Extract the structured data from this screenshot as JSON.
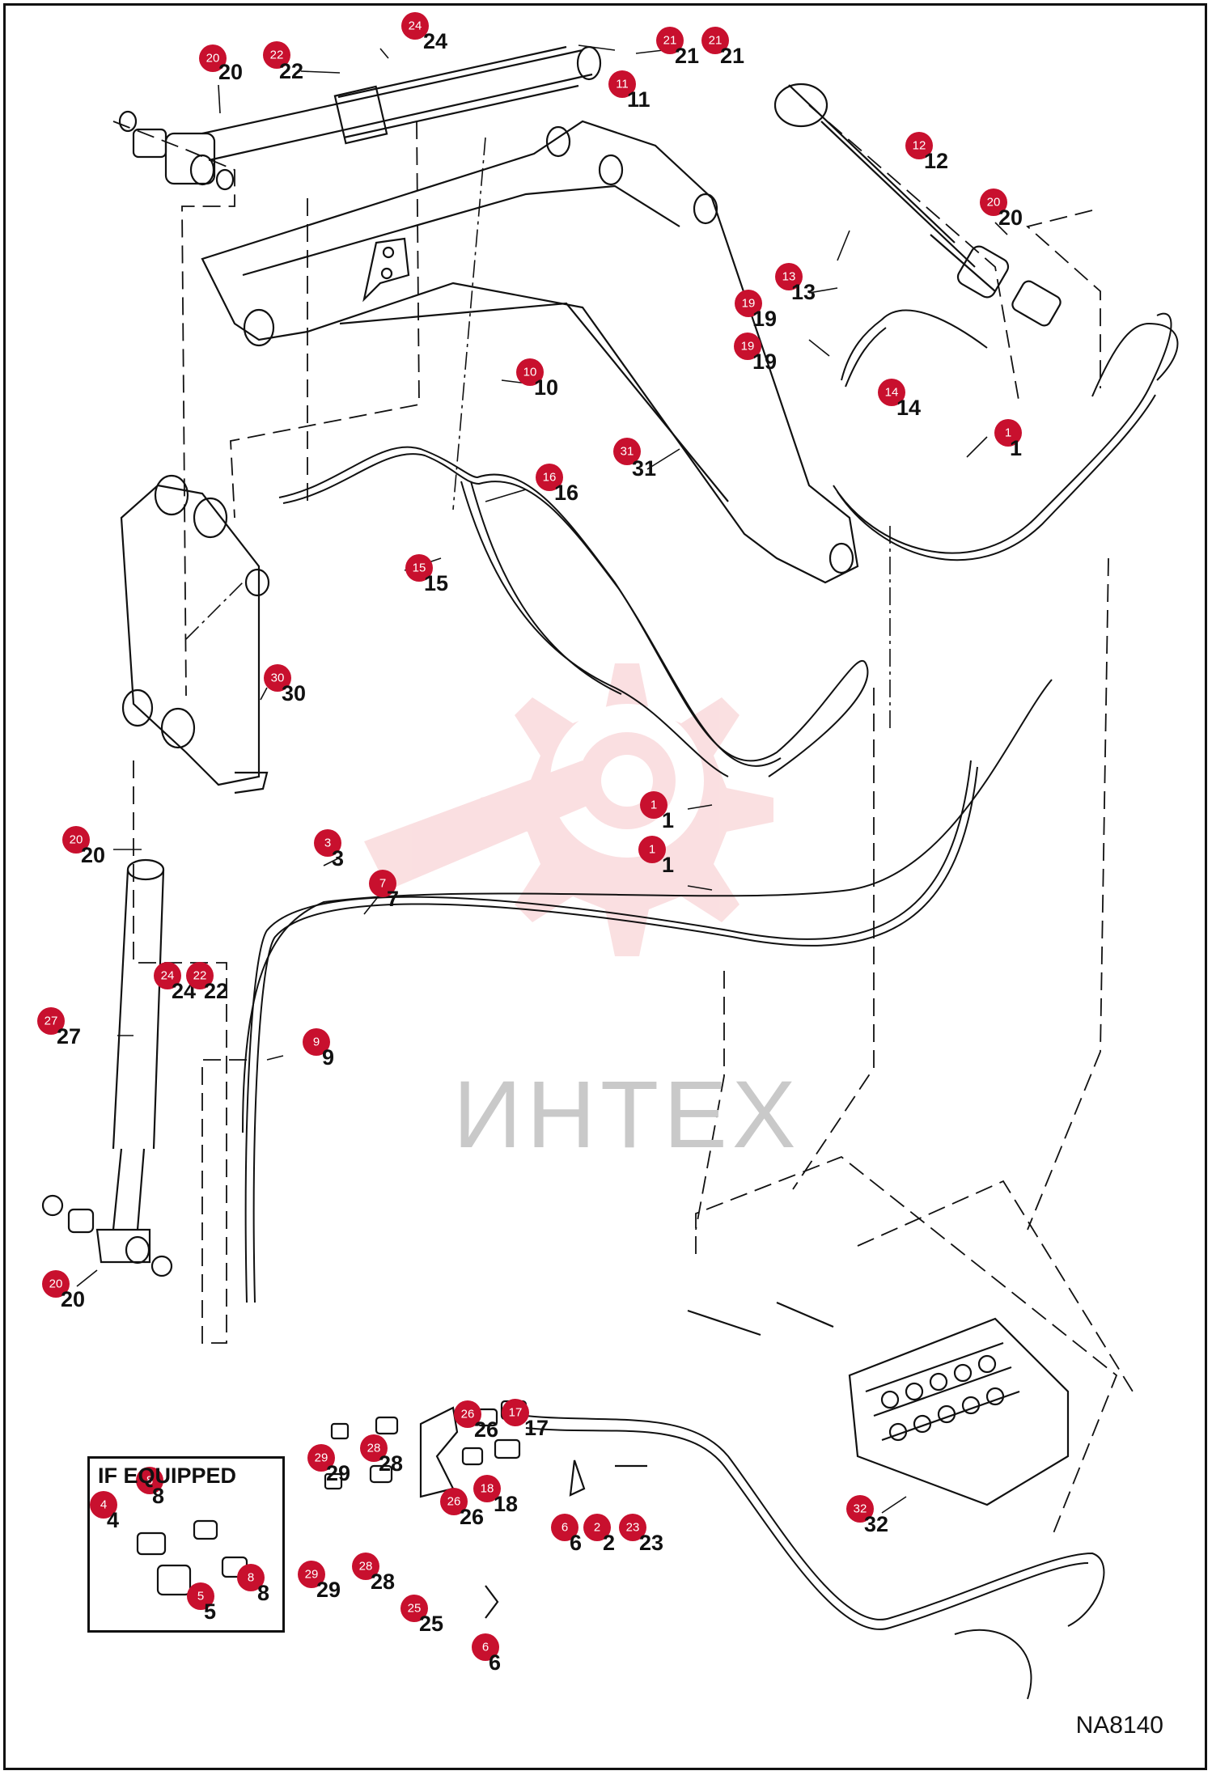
{
  "drawing_code": "NA8140",
  "watermark": "ИНТЕХ",
  "option_box_title": "IF EQUIPPED",
  "colors": {
    "badge": "#c8102e",
    "watermark_logo": "#f6c6c9",
    "line": "#111111"
  },
  "callouts": [
    {
      "label": "20",
      "number": "20"
    },
    {
      "label": "22",
      "number": "22"
    },
    {
      "label": "24",
      "number": "24"
    },
    {
      "label": "21",
      "number": "21"
    },
    {
      "label": "21",
      "number": "21"
    },
    {
      "label": "11",
      "number": "11"
    },
    {
      "label": "12",
      "number": "12"
    },
    {
      "label": "20",
      "number": "20"
    },
    {
      "label": "13",
      "number": "13"
    },
    {
      "label": "19",
      "number": "19"
    },
    {
      "label": "19",
      "number": "19"
    },
    {
      "label": "10",
      "number": "10"
    },
    {
      "label": "14",
      "number": "14"
    },
    {
      "label": "1",
      "number": "1"
    },
    {
      "label": "31",
      "number": "31"
    },
    {
      "label": "16",
      "number": "16"
    },
    {
      "label": "15",
      "number": "15"
    },
    {
      "label": "30",
      "number": "30"
    },
    {
      "label": "1",
      "number": "1"
    },
    {
      "label": "1",
      "number": "1"
    },
    {
      "label": "3",
      "number": "3"
    },
    {
      "label": "20",
      "number": "20"
    },
    {
      "label": "7",
      "number": "7"
    },
    {
      "label": "24",
      "number": "24"
    },
    {
      "label": "22",
      "number": "22"
    },
    {
      "label": "27",
      "number": "27"
    },
    {
      "label": "9",
      "number": "9"
    },
    {
      "label": "20",
      "number": "20"
    },
    {
      "label": "26",
      "number": "26"
    },
    {
      "label": "17",
      "number": "17"
    },
    {
      "label": "29",
      "number": "29"
    },
    {
      "label": "28",
      "number": "28"
    },
    {
      "label": "26",
      "number": "26"
    },
    {
      "label": "18",
      "number": "18"
    },
    {
      "label": "6",
      "number": "6"
    },
    {
      "label": "2",
      "number": "2"
    },
    {
      "label": "23",
      "number": "23"
    },
    {
      "label": "29",
      "number": "29"
    },
    {
      "label": "28",
      "number": "28"
    },
    {
      "label": "25",
      "number": "25"
    },
    {
      "label": "6",
      "number": "6"
    },
    {
      "label": "32",
      "number": "32"
    },
    {
      "label": "4",
      "number": "4"
    },
    {
      "label": "8",
      "number": "8"
    },
    {
      "label": "5",
      "number": "5"
    },
    {
      "label": "8",
      "number": "8"
    }
  ]
}
